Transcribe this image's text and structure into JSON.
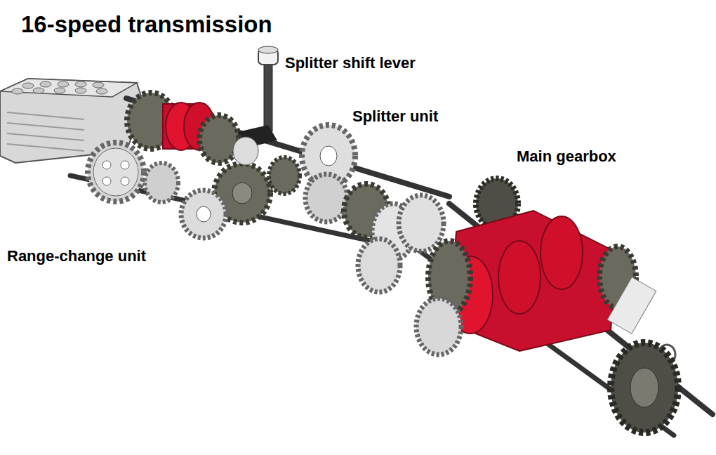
{
  "diagram": {
    "title": "16-speed transmission",
    "labels": [
      "Splitter shift lever",
      "Splitter unit",
      "Main gearbox",
      "Range-change unit"
    ]
  }
}
